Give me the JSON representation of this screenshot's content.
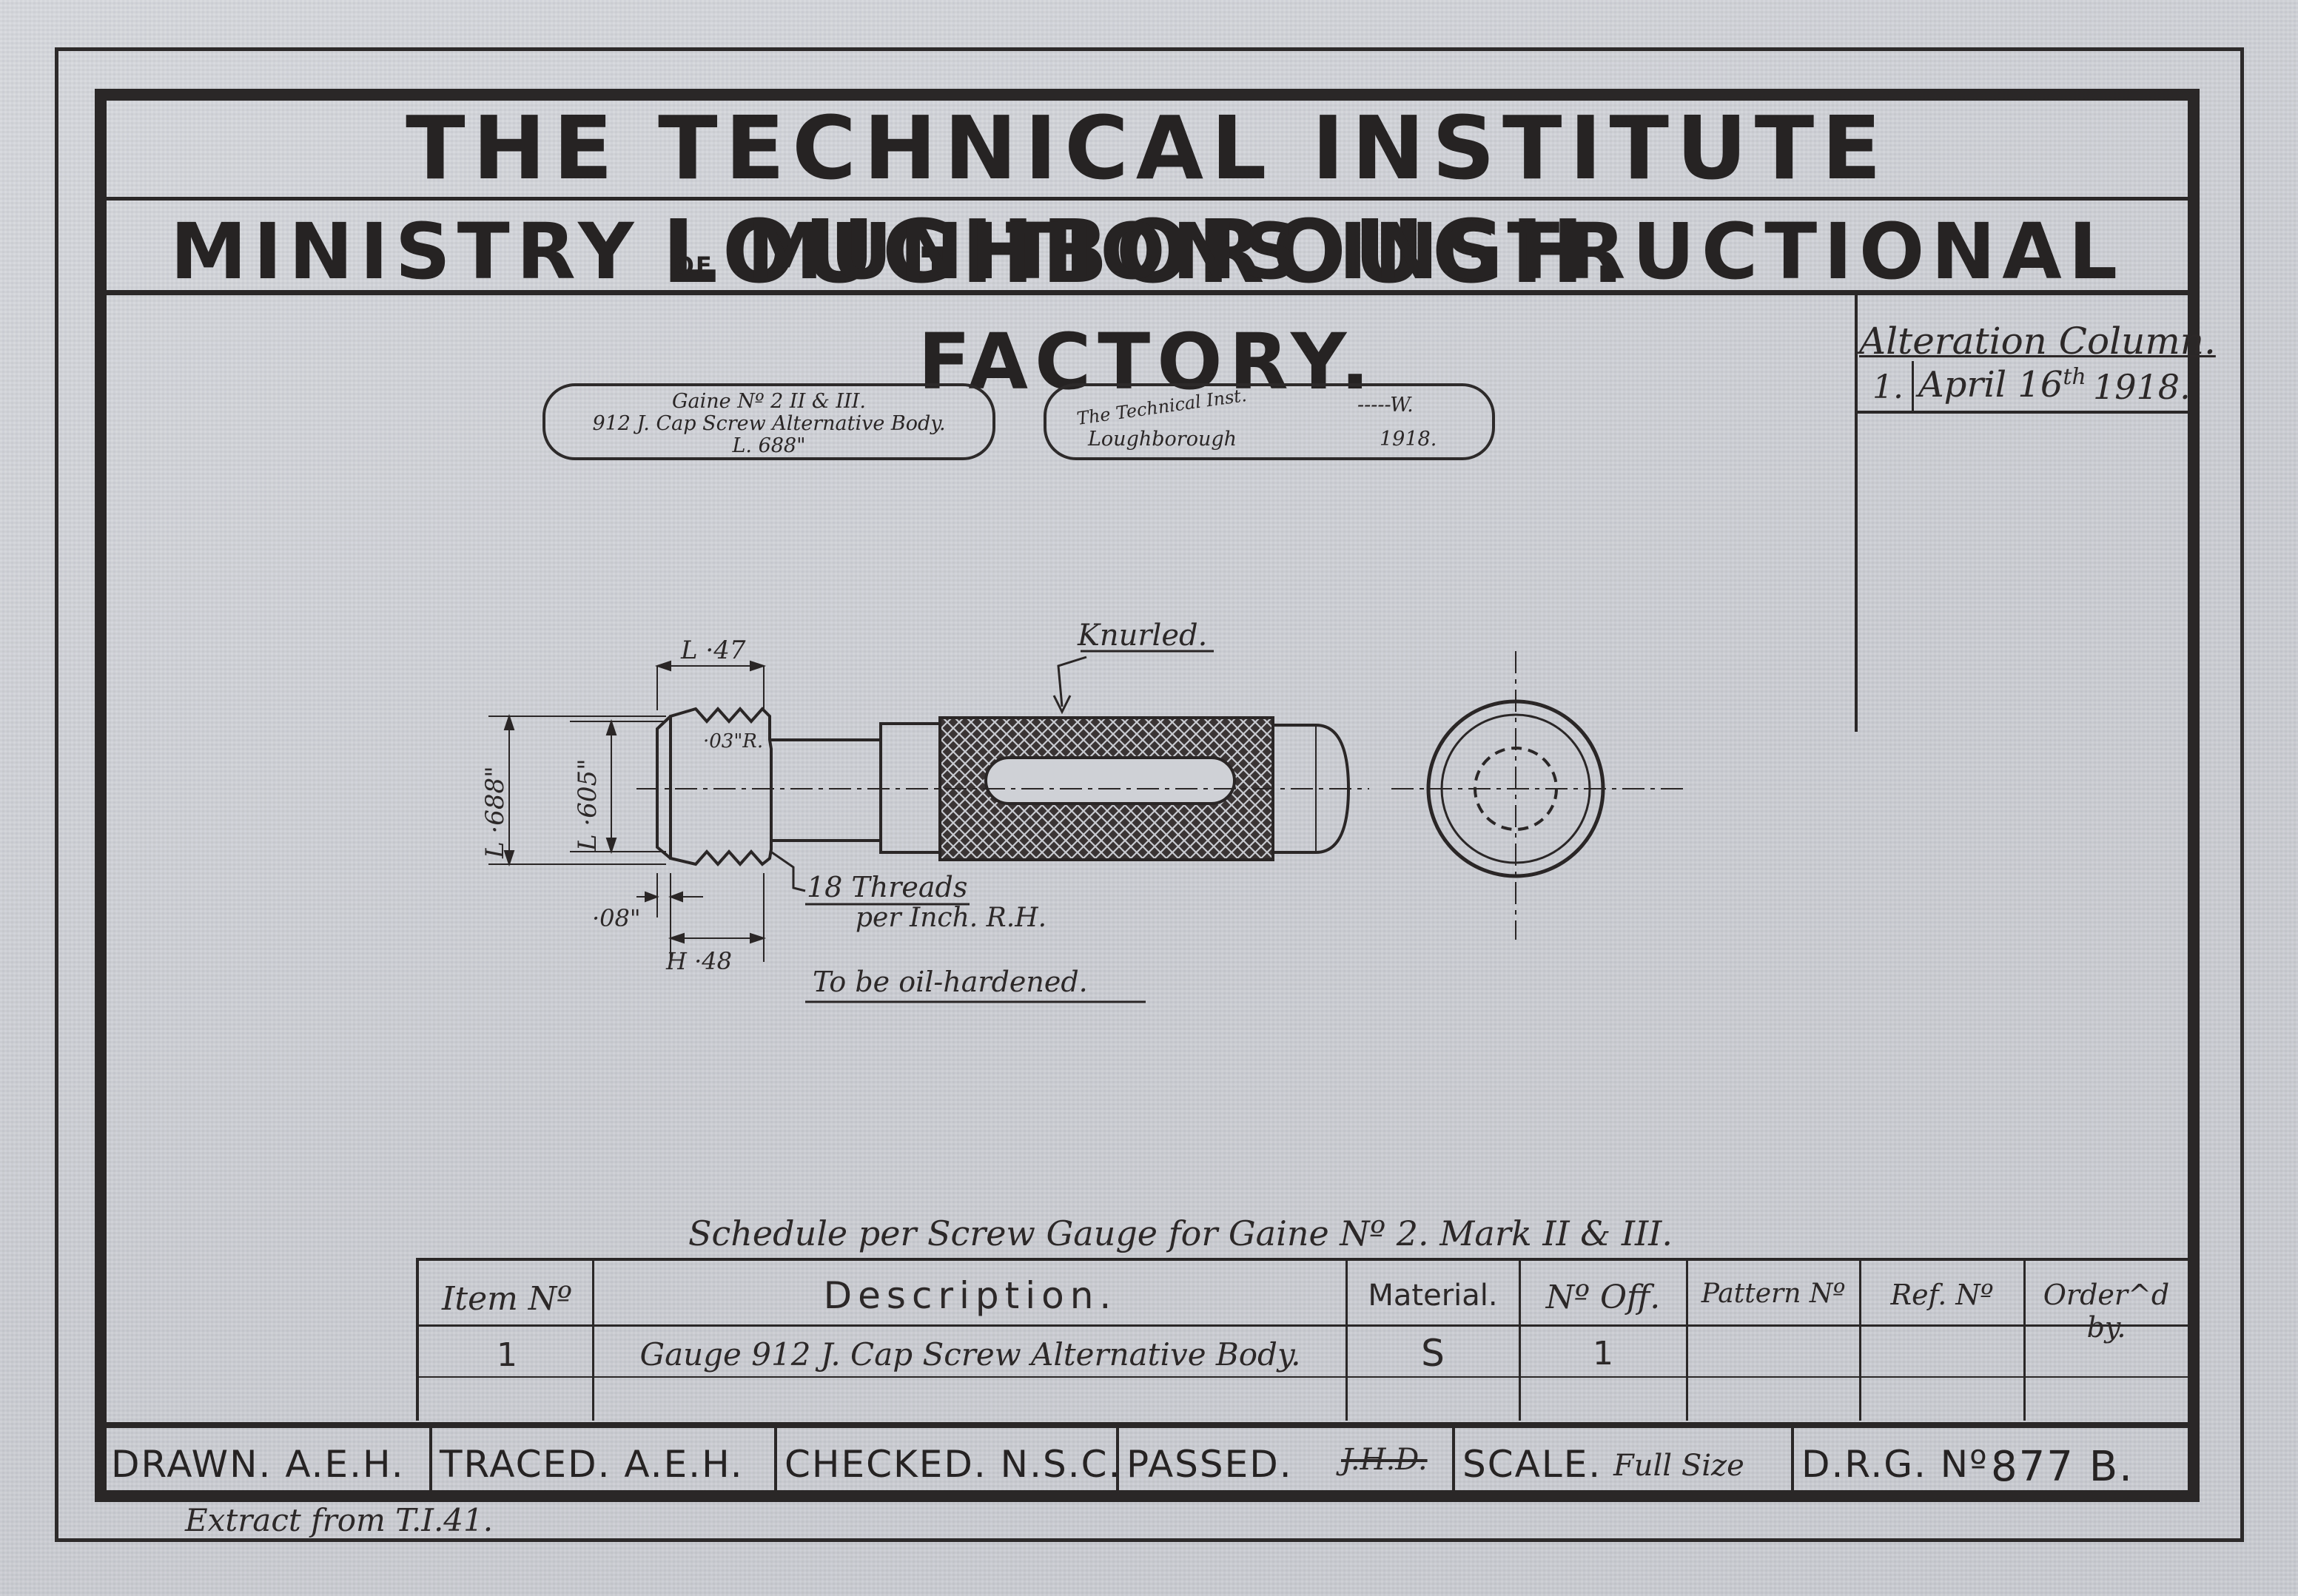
{
  "header": {
    "title_line1": "THE TECHNICAL INSTITUTE LOUGHBOROUGH.",
    "title_line2_a": "MINISTRY",
    "title_line2_of": "OF",
    "title_line2_b": "MUNITIONS INSTRUCTIONAL FACTORY."
  },
  "alteration_column": {
    "title": "Alteration Column.",
    "entry_index": "1.",
    "entry_date": "April 16",
    "entry_date_sup": "th",
    "entry_year": "1918."
  },
  "label_plate_1": {
    "line1": "Gaine Nº 2 II & III.",
    "line2": "912 J. Cap Screw Alternative Body.",
    "line3": "L. 688\""
  },
  "label_plate_2": {
    "line1": "The Technical Inst.",
    "line1_right": "-----W.",
    "line2": "Loughborough",
    "line2_right": "1918."
  },
  "drawing": {
    "dim_l47": "L ·47",
    "dim_03r": "·03\"R.",
    "dim_l688": "L ·688\"",
    "dim_l605": "L ·605\"",
    "dim_08": "·08\"",
    "dim_h48": "H ·48",
    "note_knurled": "Knurled.",
    "note_threads_1": "18 Threads",
    "note_threads_2": "per Inch. R.H.",
    "note_oil": "To be oil-hardened."
  },
  "schedule": {
    "title": "Schedule per Screw Gauge for Gaine Nº 2. Mark II & III.",
    "headers": [
      "Item Nº",
      "Description.",
      "Material.",
      "Nº Off.",
      "Pattern Nº",
      "Ref. Nº",
      "Order^d by."
    ],
    "row": {
      "item": "1",
      "description": "Gauge 912 J. Cap Screw Alternative Body.",
      "material": "S",
      "off": "1"
    }
  },
  "footer": {
    "drawn": "DRAWN. A.E.H.",
    "traced": "TRACED. A.E.H.",
    "checked": "CHECKED. N.S.C.",
    "passed": "PASSED.",
    "passed_initials": "J.H.D.",
    "scale_label": "SCALE.",
    "scale_value": "Full Size",
    "drg_label": "D.R.G. Nº",
    "drg_number": "877 B."
  },
  "extract_note": "Extract from T.I.41."
}
